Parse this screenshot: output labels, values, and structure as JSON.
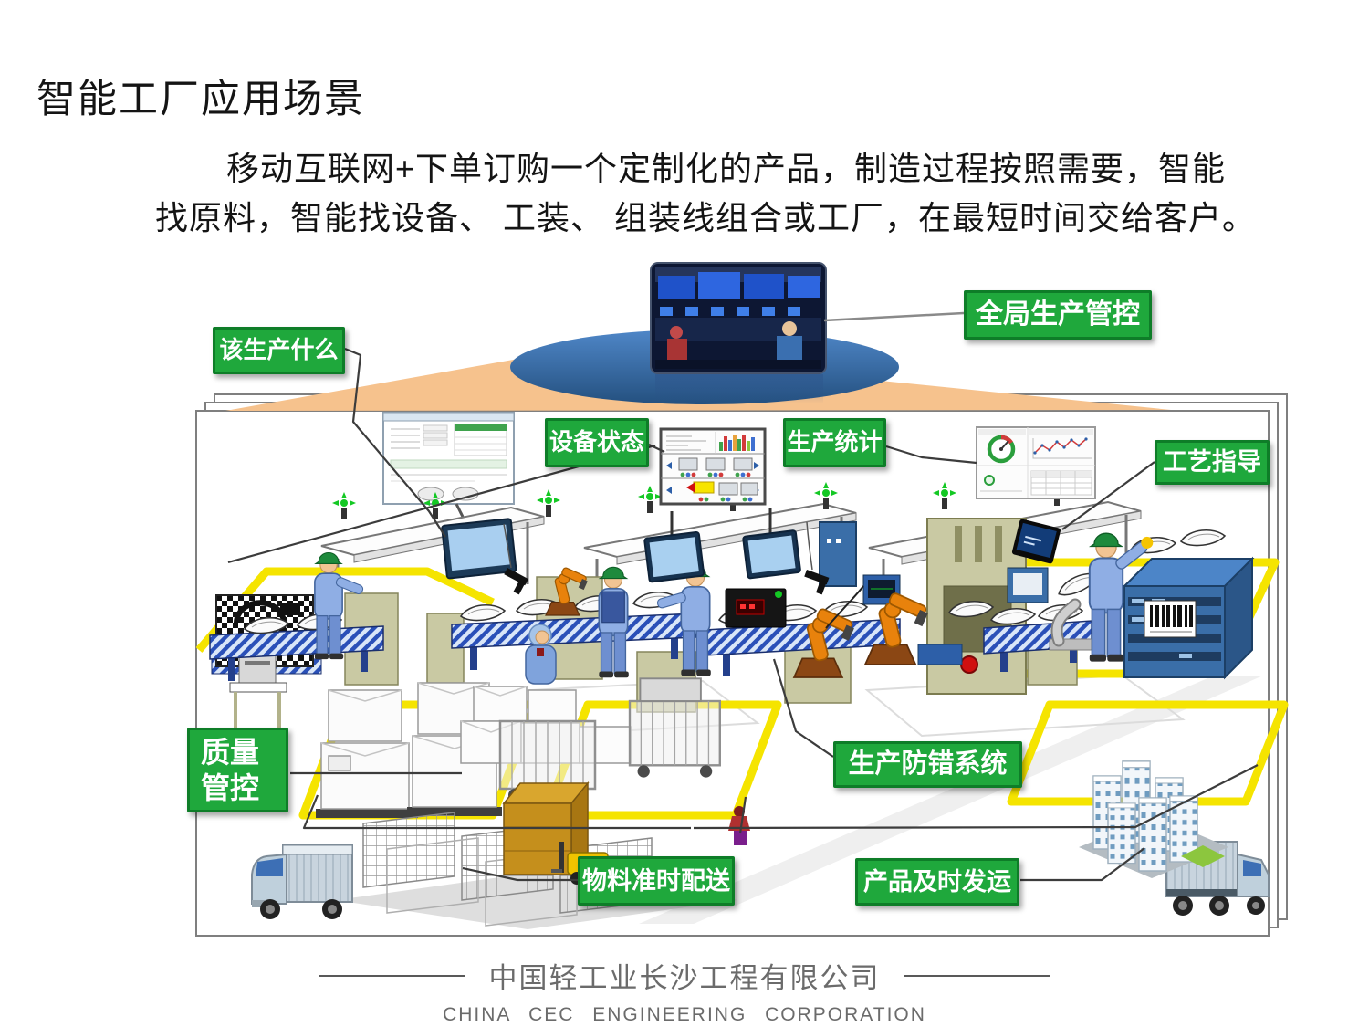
{
  "slide": {
    "title": "智能工厂应用场景",
    "body_line1": "移动互联网+下单订购一个定制化的产品，制造过程按照需要，智能",
    "body_line2": "找原料，智能找设备、 工装、 组装线组合或工厂，在最短时间交给客户。"
  },
  "callouts": {
    "what_to_produce": "该生产什么",
    "global_control": "全局生产管控",
    "equipment_status": "设备状态",
    "production_stats": "生产统计",
    "process_guidance": "工艺指导",
    "quality_control": "质量\n管控",
    "error_proofing": "生产防错系统",
    "material_delivery": "物料准时配送",
    "product_shipping": "产品及时发运"
  },
  "footer": {
    "company_cn": "中国轻工业长沙工程有限公司",
    "company_en": "CHINA  CEC  ENGINEERING  CORPORATION"
  },
  "colors": {
    "callout_green": "#1FA83C",
    "callout_border": "#0E7D28",
    "beam_orange": "#F6C28D",
    "ellipse_blue": "#35689F",
    "floor_yellow": "#F5E400",
    "panel_border": "#7F7F7F"
  }
}
